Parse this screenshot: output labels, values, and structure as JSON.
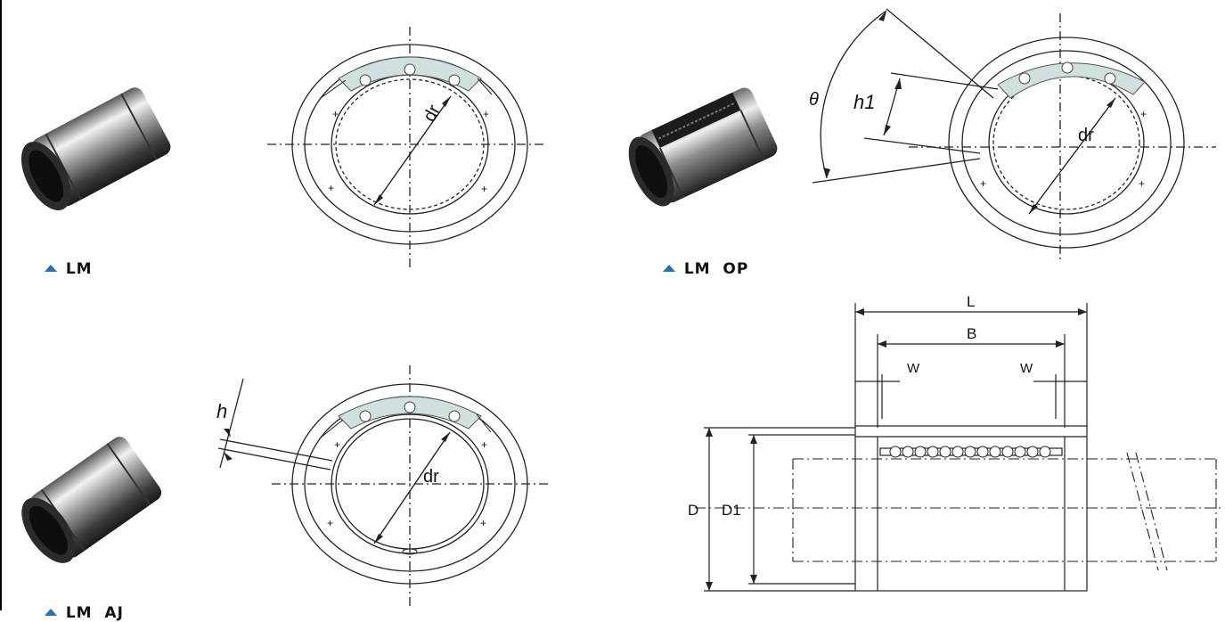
{
  "captions": {
    "lm": "LM",
    "lm_op": "LM  OP",
    "lm_aj": "LM  AJ"
  },
  "labels": {
    "dr": "dr",
    "theta": "θ",
    "h1": "h1",
    "h": "h",
    "L": "L",
    "B": "B",
    "W_left": "W",
    "W_right": "W",
    "D": "D",
    "D1": "D1"
  },
  "colors": {
    "marker": "#2a6fb0",
    "retainer": "#cfe0de",
    "line": "#222222"
  },
  "icons": {
    "caption_marker": "triangle-up-icon"
  }
}
